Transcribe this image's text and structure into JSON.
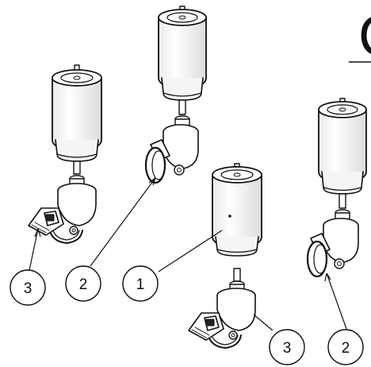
{
  "callouts": [
    {
      "id": "c1",
      "label": "3"
    },
    {
      "id": "c2",
      "label": "2"
    },
    {
      "id": "c3",
      "label": "1"
    },
    {
      "id": "c4",
      "label": "3"
    },
    {
      "id": "c5",
      "label": "2"
    }
  ],
  "corner_heading": "C"
}
